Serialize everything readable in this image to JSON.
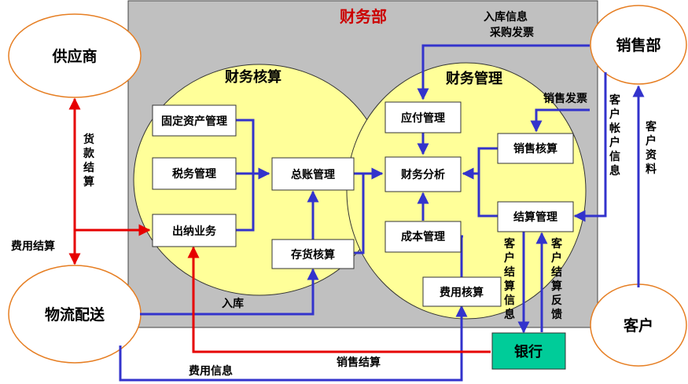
{
  "title": "财务部",
  "regions": {
    "accounting": "财务核算",
    "management": "财务管理"
  },
  "external": {
    "supplier": "供应商",
    "sales_dept": "销售部",
    "logistics": "物流配送",
    "customer": "客户"
  },
  "boxes": {
    "fixed_assets": "固定资产管理",
    "tax": "税务管理",
    "cashier": "出纳业务",
    "general_ledger": "总账管理",
    "inventory": "存货核算",
    "payables": "应付管理",
    "analysis": "财务分析",
    "cost": "成本管理",
    "expense": "费用核算",
    "sales_accounting": "销售核算",
    "settlement": "结算管理",
    "bank": "银行"
  },
  "labels": {
    "inbound_info": "入库信息",
    "purchase_invoice": "采购发票",
    "sales_invoice": "销售发票",
    "customer_account_info": "客户帐户信息",
    "customer_data": "客户资料",
    "payment_settlement": "货款结算",
    "expense_settlement": "费用结算",
    "inbound": "入库",
    "customer_settlement_info": "客户结算信息",
    "customer_settlement_feedback": "客户结算反馈",
    "expense_info": "费用信息",
    "sales_settlement": "销售结算"
  },
  "colors": {
    "panel": "#c0c0c0",
    "ellipse": "#ffff99",
    "title": "#cc0000",
    "ext_border": "#e67e22",
    "blue_arrow": "#3333cc",
    "red_arrow": "#e60000",
    "bank": "#00cc99"
  }
}
